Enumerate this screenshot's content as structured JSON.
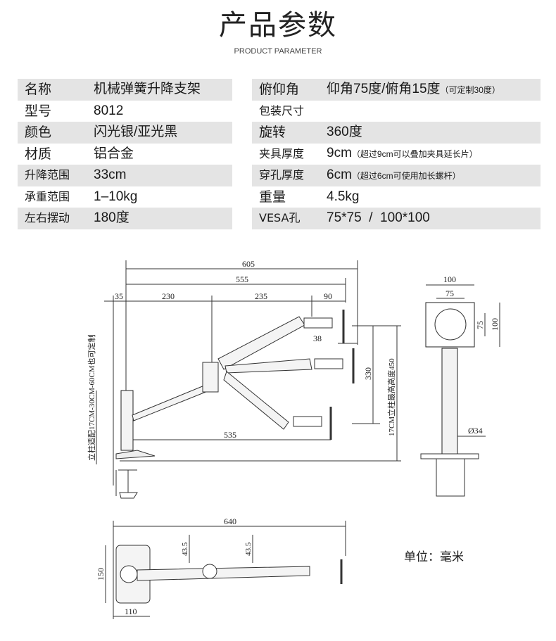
{
  "header": {
    "title": "产品参数",
    "subtitle": "PRODUCT PARAMETER"
  },
  "spec_left": [
    {
      "label": "名称",
      "value": "机械弹簧升降支架"
    },
    {
      "label": "型号",
      "value": "8012"
    },
    {
      "label": "颜色",
      "value": "闪光银/亚光黑"
    },
    {
      "label": "材质",
      "value": "铝合金"
    },
    {
      "label": "升降范围",
      "value": "33cm"
    },
    {
      "label": "承重范围",
      "value": "1–10kg"
    },
    {
      "label": "左右摆动",
      "value": "180度"
    }
  ],
  "spec_right": [
    {
      "label": "俯仰角",
      "value": "仰角75度/俯角15度",
      "note": "（可定制30度）"
    },
    {
      "label": "包装尺寸",
      "value": "",
      "note": ""
    },
    {
      "label": "旋转",
      "value": "360度",
      "note": ""
    },
    {
      "label": "夹具厚度",
      "value": "9cm",
      "note": "（超过9cm可以叠加夹具延长片）"
    },
    {
      "label": "穿孔厚度",
      "value": "6cm",
      "note": "（超过6cm可使用加长螺杆）"
    },
    {
      "label": "重量",
      "value": "4.5kg",
      "note": ""
    },
    {
      "label": "VESA孔",
      "value": "75*75  /  100*100",
      "note": ""
    }
  ],
  "side_view": {
    "d605": "605",
    "d555": "555",
    "d35": "35",
    "d230": "230",
    "d235": "235",
    "d90": "90",
    "d38": "38",
    "d330": "330",
    "d535": "535",
    "pole_note": "立柱适配17CM-30CM-60CM也可定制",
    "height_note": "17CM立柱最高高度450"
  },
  "front_view": {
    "d100_top": "100",
    "d75_top": "75",
    "d75_side": "75",
    "d100_side": "100",
    "d34": "Ø34"
  },
  "top_view": {
    "d640": "640",
    "d43a": "43.5",
    "d43b": "43.5",
    "d150": "150",
    "d110": "110"
  },
  "unit": "单位：毫米"
}
